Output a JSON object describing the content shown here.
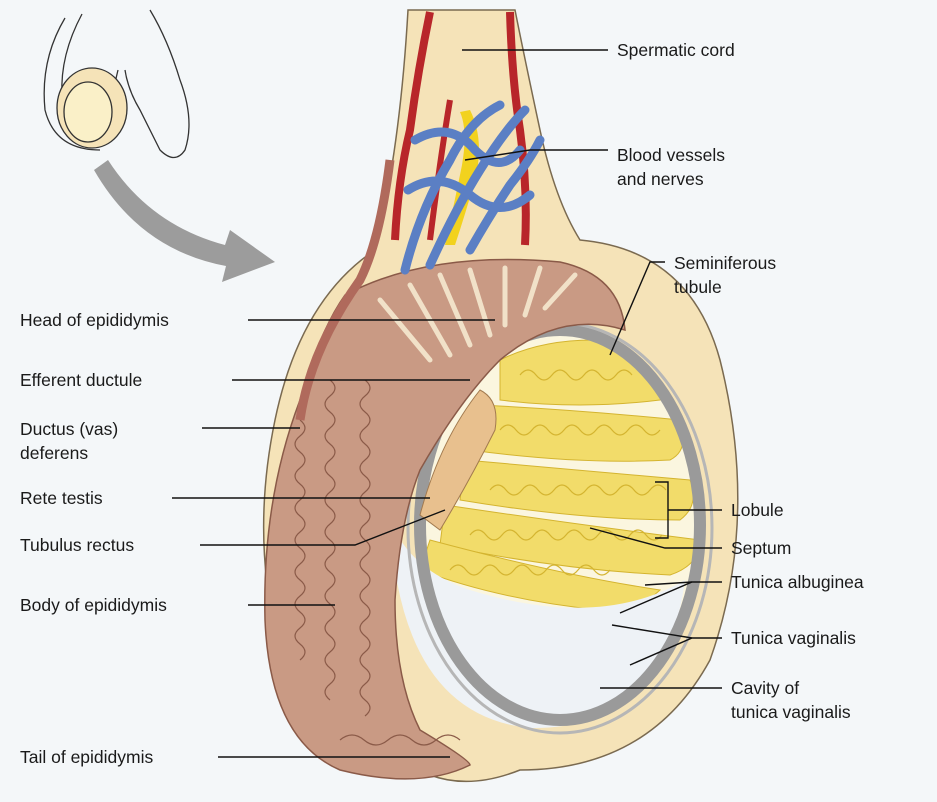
{
  "labels": {
    "spermatic_cord": "Spermatic cord",
    "blood_vessels": "Blood vessels\nand nerves",
    "seminiferous": "Seminiferous\ntubule",
    "head_epididymis": "Head of epididymis",
    "efferent": "Efferent ductule",
    "ductus": "Ductus (vas)\ndeferens",
    "rete": "Rete testis",
    "tubulus": "Tubulus rectus",
    "body_epididymis": "Body of epididymis",
    "tail_epididymis": "Tail of epididymis",
    "lobule": "Lobule",
    "septum": "Septum",
    "albuginea": "Tunica albuginea",
    "vaginalis": "Tunica vaginalis",
    "cavity": "Cavity of\ntunica vaginalis"
  },
  "colors": {
    "background": "#f4f7f9",
    "skin": "#f5e3b8",
    "epididymis": "#c99a84",
    "tubule": "#f2dc6a",
    "artery": "#b8262a",
    "vein": "#5b7fc4",
    "nerve": "#f2d21e",
    "tunica": "#9a9a9a",
    "arrow": "#9c9c9c"
  }
}
